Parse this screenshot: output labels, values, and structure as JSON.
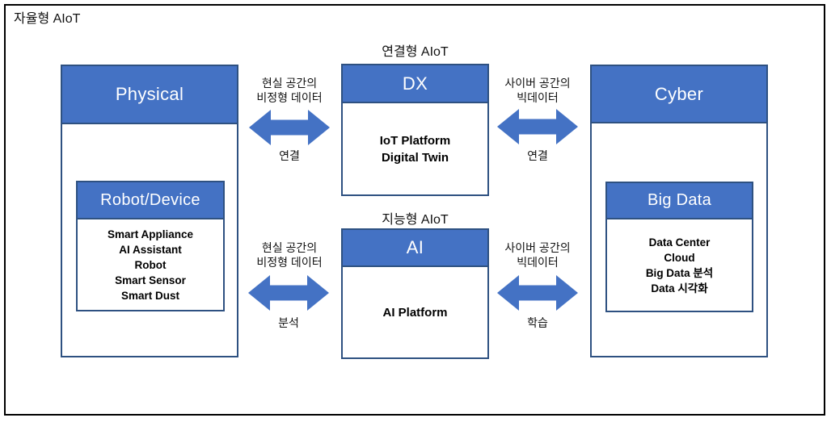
{
  "page": {
    "title": "자율형 AIoT"
  },
  "colors": {
    "accent_blue": "#4472C4",
    "panel_border": "#2E5181",
    "outer_border": "#000000",
    "header_text": "#FFFFFF",
    "body_text": "#000000"
  },
  "section_labels": {
    "connected": "연결형 AIoT",
    "intelligent": "지능형 AIoT"
  },
  "panels": {
    "physical": {
      "header": "Physical"
    },
    "robot_device": {
      "header": "Robot/Device",
      "items": [
        "Smart Appliance",
        "AI Assistant",
        "Robot",
        "Smart Sensor",
        "Smart Dust"
      ]
    },
    "dx": {
      "header": "DX",
      "items": [
        "IoT Platform",
        "Digital Twin"
      ]
    },
    "ai": {
      "header": "AI",
      "items": [
        "AI Platform"
      ]
    },
    "cyber": {
      "header": "Cyber"
    },
    "big_data": {
      "header": "Big Data",
      "items": [
        "Data Center",
        "Cloud",
        "Big Data 분석",
        "Data 시각화"
      ]
    }
  },
  "arrows": {
    "physical_dx": {
      "top_line1": "현실 공간의",
      "top_line2": "비정형 데이터",
      "bottom": "연결"
    },
    "dx_cyber": {
      "top_line1": "사이버 공간의",
      "top_line2": "빅데이터",
      "bottom": "연결"
    },
    "physical_ai": {
      "top_line1": "현실 공간의",
      "top_line2": "비정형 데이터",
      "bottom": "분석"
    },
    "ai_cyber": {
      "top_line1": "사이버 공간의",
      "top_line2": "빅데이터",
      "bottom": "학습"
    }
  }
}
